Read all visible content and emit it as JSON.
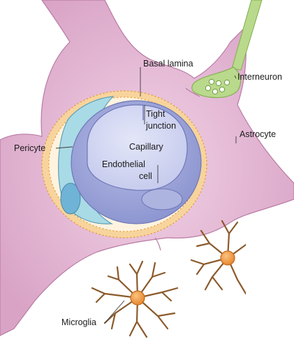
{
  "labels": {
    "basal_lamina": "Basal lamina",
    "interneuron": "Interneuron",
    "tight_junction_line1": "Tight",
    "tight_junction_line2": "junction",
    "astrocyte": "Astrocyte",
    "pericyte": "Pericyte",
    "capillary": "Capillary",
    "endothelial_line1": "Endothelial",
    "endothelial_line2": "cell",
    "microglia": "Microglia"
  },
  "colors": {
    "astrocyte": "#e6b8d4",
    "astrocyte_edge": "#b97aa3",
    "basal_lamina": "#f5c98a",
    "basal_lamina_dots": "#e69a3a",
    "pericyte": "#a9dbe6",
    "pericyte_nucleus": "#6fb3d6",
    "endothelial": "#9ea6d8",
    "lumen": "#cdd2f0",
    "interneuron": "#b9d98c",
    "interneuron_edge": "#7fae4c",
    "microglia_soma": "#f29a3b",
    "microglia_branch": "#8b5a2b"
  }
}
